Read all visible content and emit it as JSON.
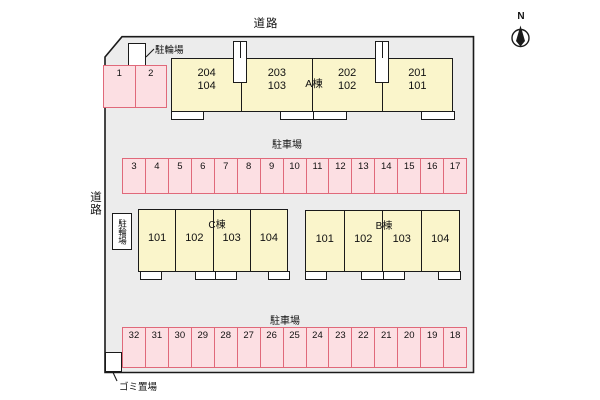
{
  "colors": {
    "site_fill": "#ececec",
    "building_fill": "#faf5cb",
    "stall_fill": "#fcdfe3",
    "stall_border": "#e0697a",
    "line": "#1a1a1a"
  },
  "labels": {
    "road_top": "道路",
    "road_left": "道路",
    "north": "N",
    "bicycle_parking_top": "駐輪場",
    "bicycle_parking_mid": "駐輪場",
    "parking_lot_mid": "駐車場",
    "parking_lot_bottom": "駐車場",
    "garbage": "ゴミ置場"
  },
  "buildings": {
    "a": {
      "name": "A棟",
      "units": [
        "204\n104",
        "203\n103",
        "202\n102",
        "201\n101"
      ]
    },
    "c": {
      "name": "C棟",
      "units": [
        "101",
        "102",
        "103",
        "104"
      ]
    },
    "b": {
      "name": "B棟",
      "units": [
        "101",
        "102",
        "103",
        "104"
      ]
    }
  },
  "parking": {
    "entrance_row": [
      "1",
      "2"
    ],
    "middle_row": [
      "3",
      "4",
      "5",
      "6",
      "7",
      "8",
      "9",
      "10",
      "11",
      "12",
      "13",
      "14",
      "15",
      "16",
      "17"
    ],
    "bottom_row": [
      "32",
      "31",
      "30",
      "29",
      "28",
      "27",
      "26",
      "25",
      "24",
      "23",
      "22",
      "21",
      "20",
      "19",
      "18"
    ]
  }
}
